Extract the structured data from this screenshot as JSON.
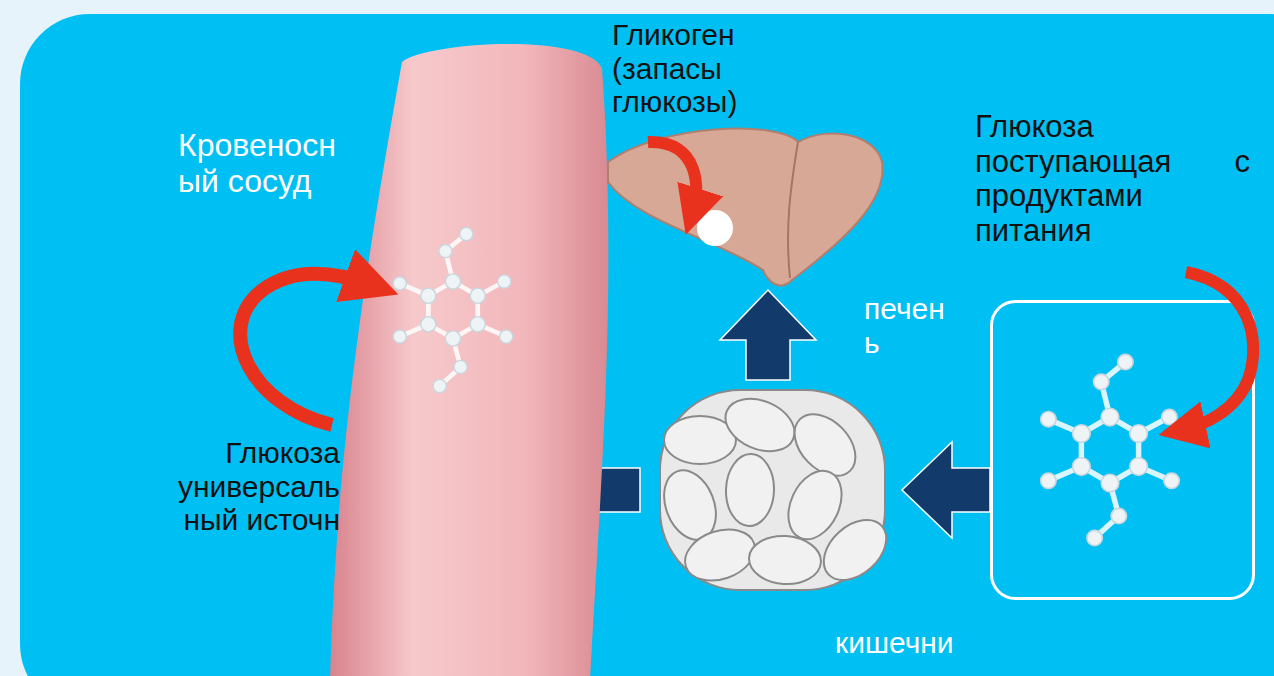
{
  "diagram": {
    "nodes": [
      {
        "text": [
          "Кровеносный сосуд",
          "Глюкоза универсальный источн"
        ]
      },
      {
        "text": [
          "Гликоген (запасы глюкозы)",
          "печень"
        ]
      },
      {
        "text": [
          "кишечни"
        ]
      },
      {
        "text": [
          "Глюкоза поступающая с продуктами питания"
        ]
      }
    ],
    "edges": [
      {
        "from": 3,
        "to": 2,
        "arrow": "to"
      },
      {
        "from": 2,
        "to": 0,
        "arrow": "to"
      },
      {
        "from": 2,
        "to": 1,
        "arrow": "to"
      },
      {
        "from": 1,
        "to": 0,
        "arrow": "to"
      }
    ]
  }
}
